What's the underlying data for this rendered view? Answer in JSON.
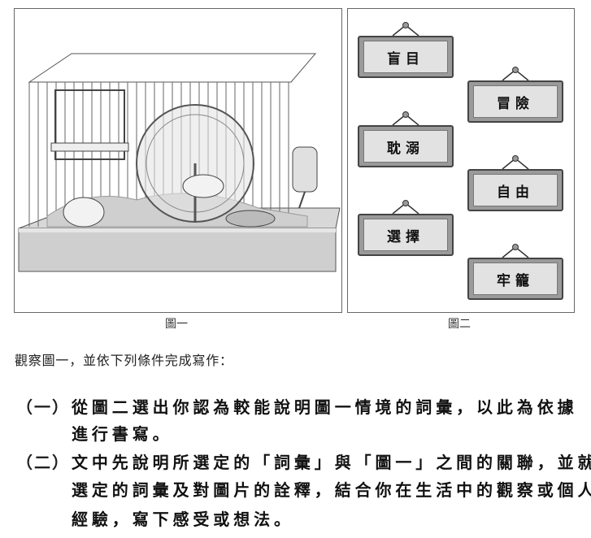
{
  "figure1": {
    "caption": "圖一"
  },
  "figure2": {
    "caption": "圖二",
    "signs": [
      "盲目",
      "冒險",
      "耽溺",
      "自由",
      "選擇",
      "牢籠"
    ]
  },
  "prompt": {
    "intro": "觀察圖一，並依下列條件完成寫作：",
    "items": [
      {
        "num": "（一）",
        "lines": [
          "從圖二選出你認為較能說明圖一情境的詞彙，以此為依據",
          "進行書寫。"
        ]
      },
      {
        "num": "（二）",
        "lines": [
          "文中先說明所選定的「詞彙」與「圖一」之間的關聯，並就",
          "選定的詞彙及對圖片的詮釋，結合你在生活中的觀察或個人",
          "經驗，寫下感受或想法。"
        ]
      }
    ]
  }
}
